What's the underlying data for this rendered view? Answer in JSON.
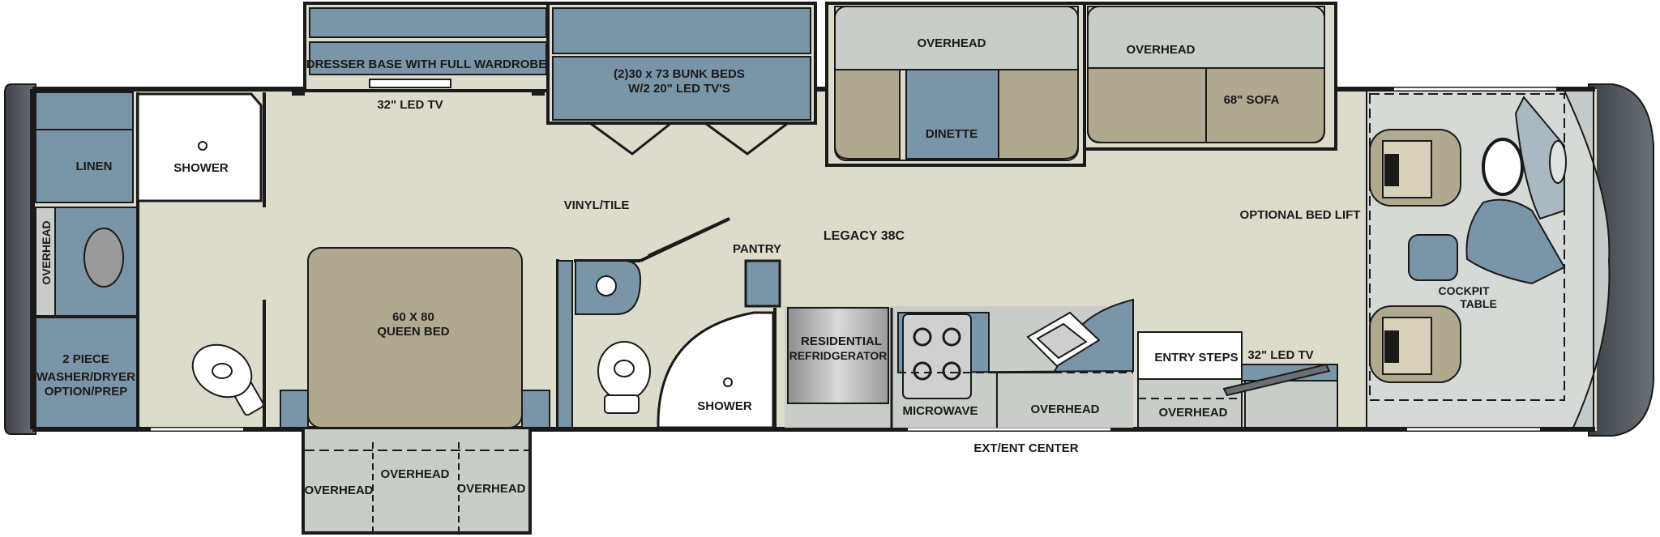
{
  "model": "LEGACY 38C",
  "labels": {
    "dresser": "DRESSER BASE WITH FULL WARDROBE",
    "tv_bedroom": "32\" LED TV",
    "bunk_line1": "(2)30 x 73  BUNK BEDS",
    "bunk_line2": "W/2 20\" LED TV'S",
    "overhead_dinette": "OVERHEAD",
    "dinette": "DINETTE",
    "overhead_sofa": "OVERHEAD",
    "sofa": "68\" SOFA",
    "linen": "LINEN",
    "shower_rear": "SHOWER",
    "overhead_rear": "OVERHEAD",
    "washer_line1": "2 PIECE",
    "washer_line2": "WASHER/DRYER",
    "washer_line3": "OPTION/PREP",
    "vinyl": "VINYL/TILE",
    "bed_line1": "60 X 80",
    "bed_line2": "QUEEN BED",
    "pantry": "PANTRY",
    "shower_mid": "SHOWER",
    "fridge_line1": "RESIDENTIAL",
    "fridge_line2": "REFRIDGERATOR",
    "microwave": "MICROWAVE",
    "overhead_kitchen": "OVERHEAD",
    "entry_steps": "ENTRY STEPS",
    "overhead_entry": "OVERHEAD",
    "tv_front": "32\" LED TV",
    "bed_lift": "OPTIONAL BED LIFT",
    "cockpit_line1": "COCKPIT",
    "cockpit_line2": "TABLE",
    "ext_center": "EXT/ENT CENTER",
    "overhead_slide_left": "OVERHEAD",
    "overhead_slide_mid": "OVERHEAD",
    "overhead_slide_right": "OVERHEAD"
  },
  "colors": {
    "floor": "#dddccc",
    "blue": "#7a95a7",
    "tan": "#b1a890",
    "grey": "#c9cdc8",
    "wall": "#1a1a1a",
    "cap": "#4a4f54"
  }
}
